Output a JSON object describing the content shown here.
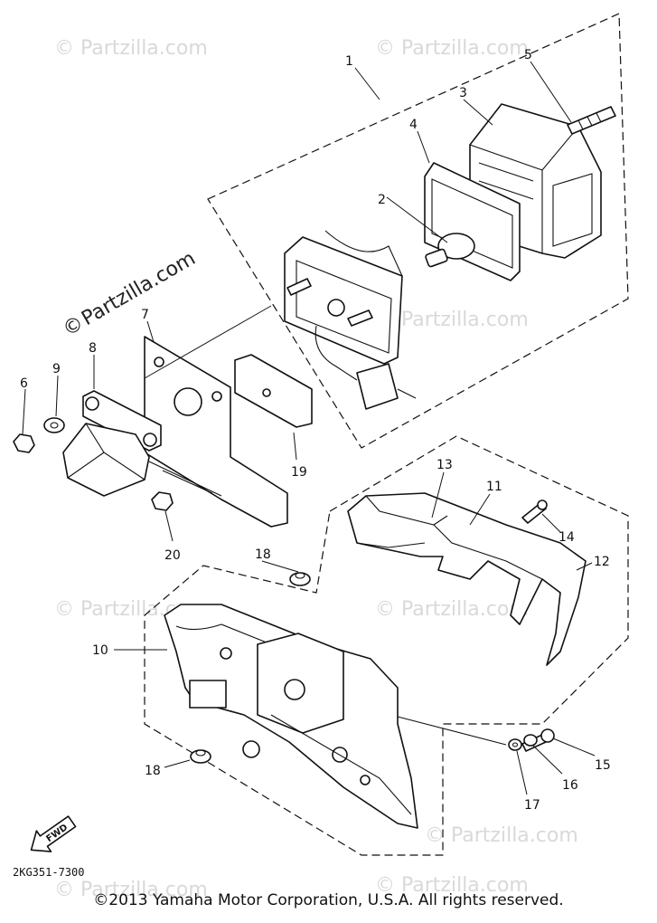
{
  "watermark": {
    "text": "© Partzilla.com",
    "rotated_text": "Partzilla.com",
    "rotated_prefix": "©"
  },
  "callouts": [
    "1",
    "2",
    "3",
    "4",
    "5",
    "6",
    "7",
    "8",
    "9",
    "10",
    "11",
    "12",
    "13",
    "14",
    "15",
    "16",
    "17",
    "18",
    "18",
    "19",
    "20"
  ],
  "direction_arrow": {
    "label": "FWD",
    "icon": "forward-arrow-icon"
  },
  "diagram_code": "2KG351-7300",
  "copyright": "©2013 Yamaha Motor Corporation, U.S.A. All rights reserved."
}
